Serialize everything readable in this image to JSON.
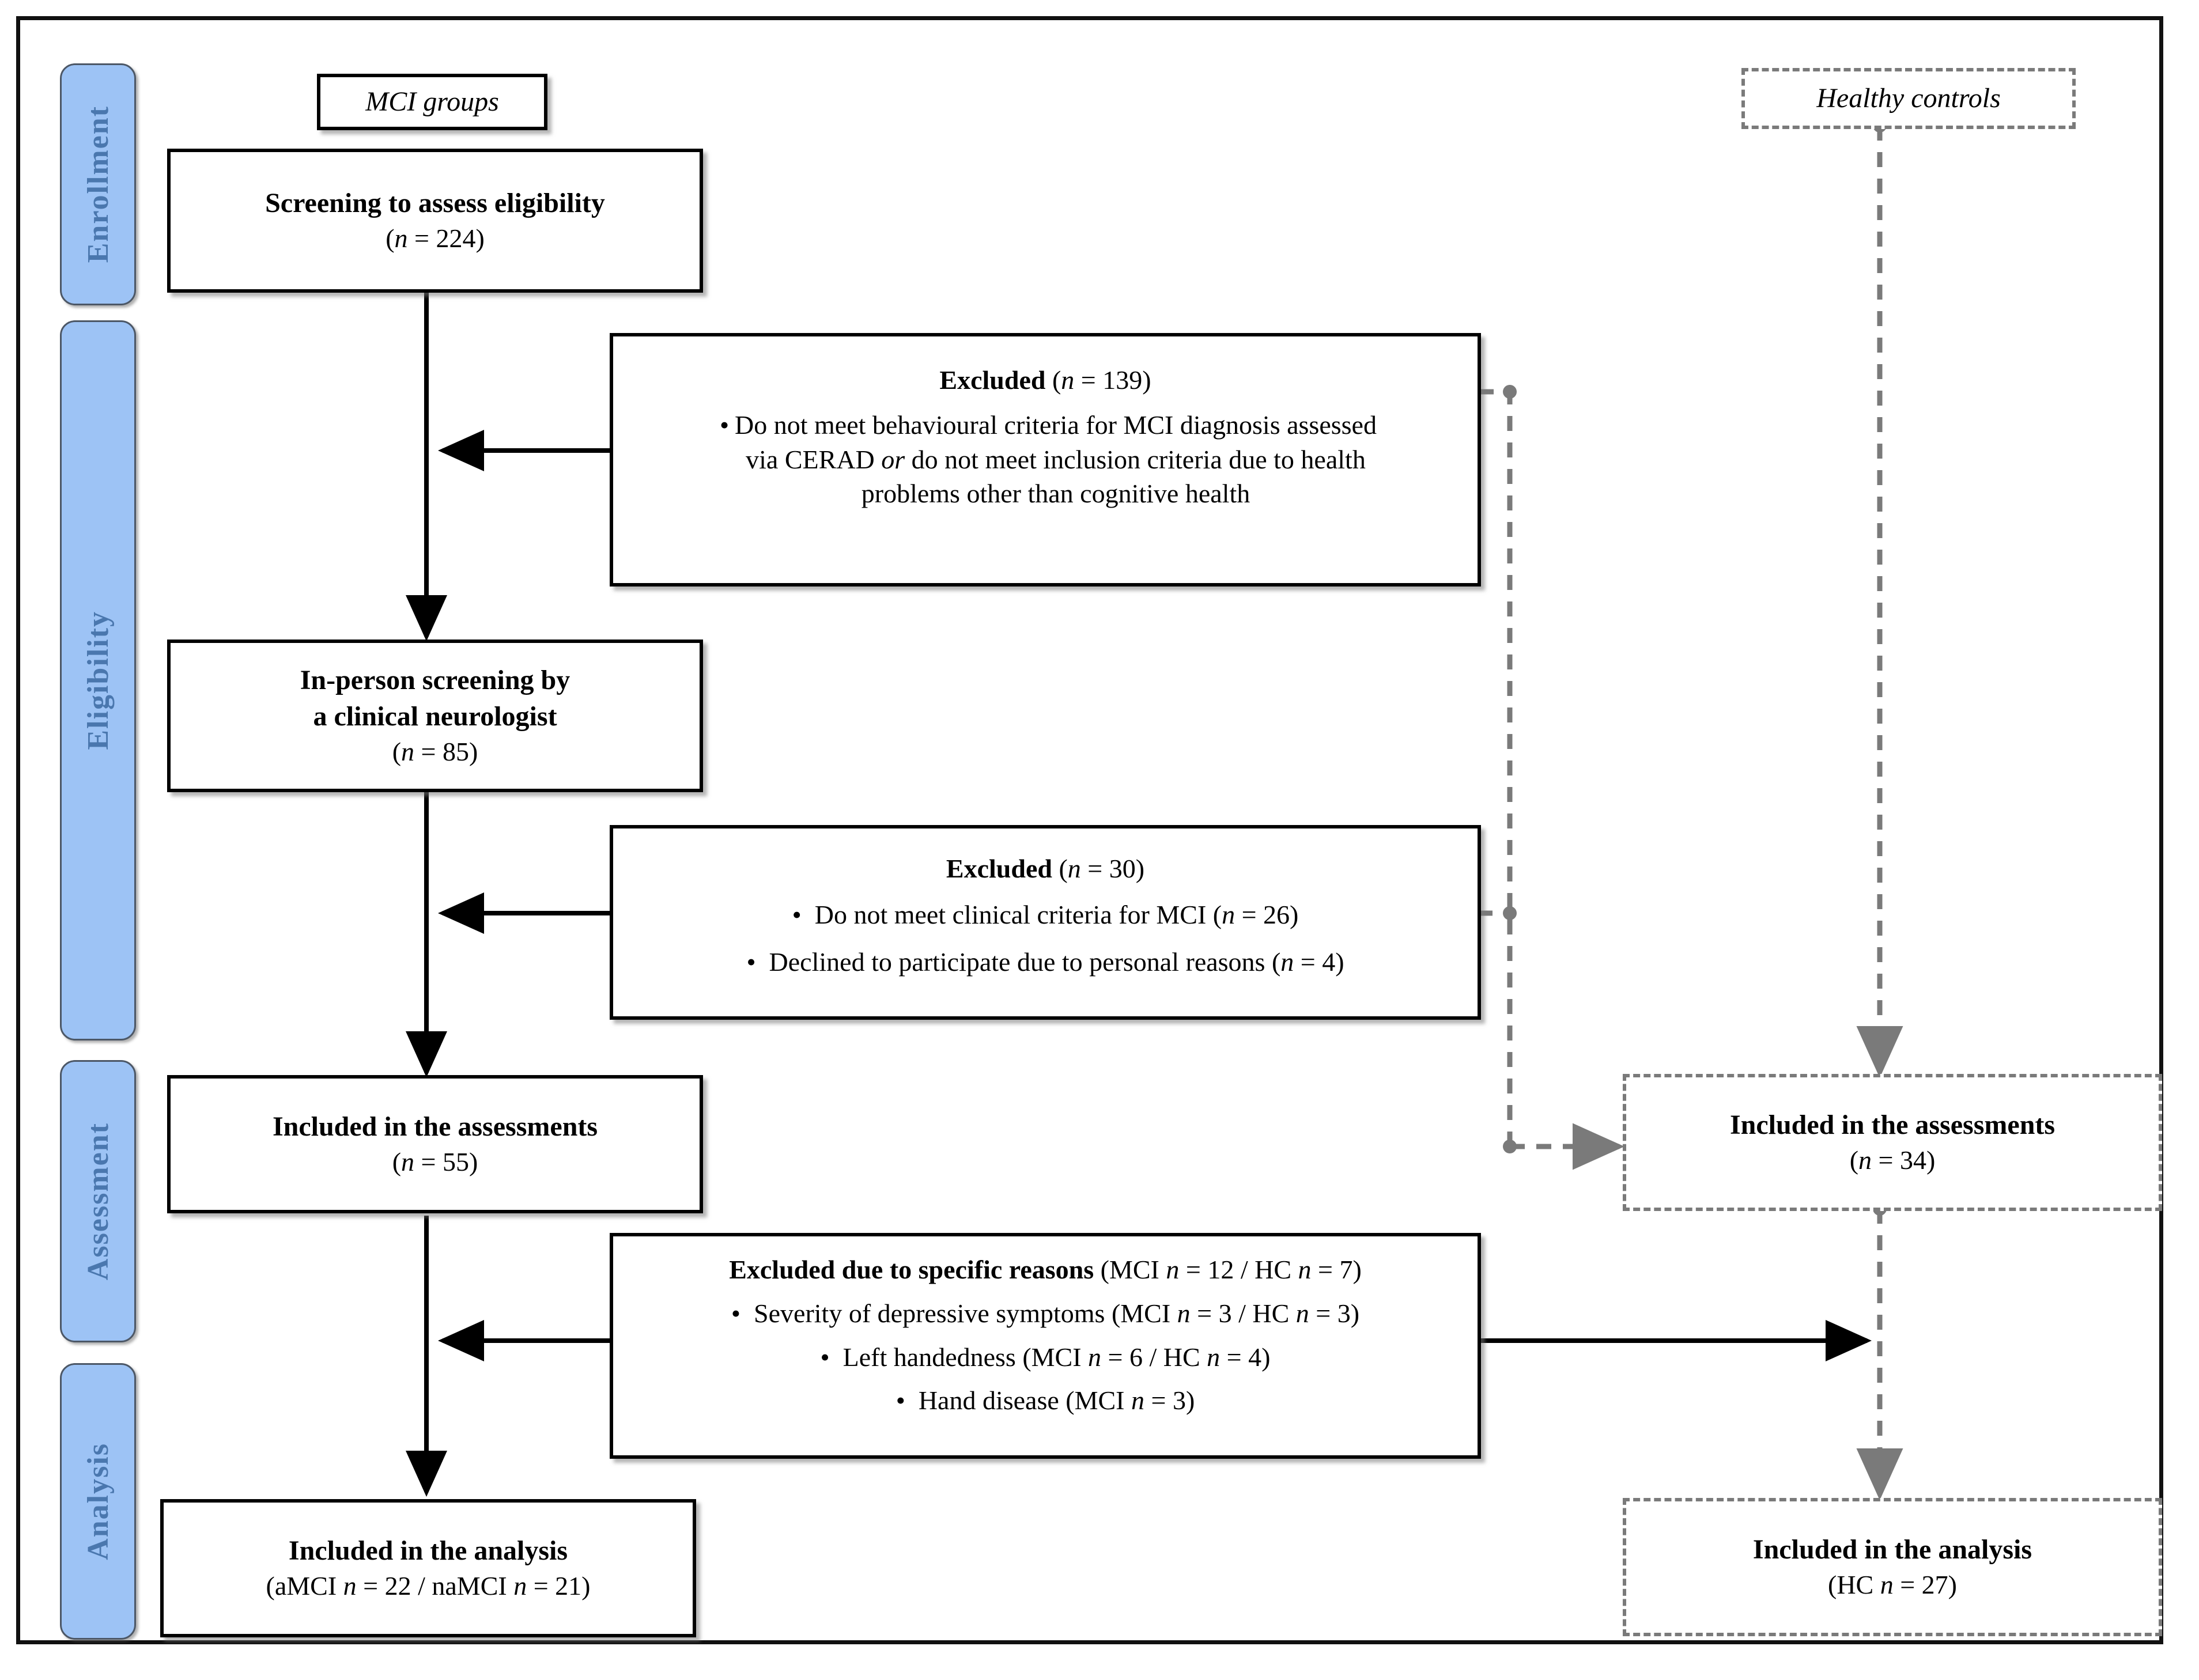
{
  "diagram": {
    "title_left": "MCI groups",
    "title_right": "Healthy controls",
    "stages": [
      {
        "id": "enrollment",
        "label": "Enrollment"
      },
      {
        "id": "eligibility",
        "label": "Eligibility"
      },
      {
        "id": "assessment",
        "label": "Assessment"
      },
      {
        "id": "analysis",
        "label": "Analysis"
      }
    ],
    "colors": {
      "stage_fill": "#9DC3F5",
      "stage_text": "#4A77AE",
      "stage_border": "#4C5766",
      "solid_box_border": "#000000",
      "dashed_box_border": "#7A7A7A",
      "dashed_connector": "#7A7A7A",
      "solid_connector": "#000000",
      "frame": "#111111",
      "background": "#FFFFFF"
    },
    "boxes": {
      "screening": {
        "line1": "Screening to assess eligibility",
        "line2_pre": "(",
        "line2_n": "n",
        "line2_post": " = 224)"
      },
      "excluded_139": {
        "heading_pre": "Excluded",
        "heading_paren_open": " (",
        "heading_n": "n",
        "heading_paren_close": " = 139)",
        "bullet1": "Do not meet behavioural criteria for MCI diagnosis assessed via CERAD or do not meet inclusion criteria due to health problems other than cognitive health",
        "bullet1_l1_a": "Do not meet behavioural criteria for MCI diagnosis assessed",
        "bullet1_l2_a": "via CERAD ",
        "bullet1_l2_it": "or",
        "bullet1_l2_b": " do not meet inclusion criteria due to health",
        "bullet1_l3": "problems other than cognitive health"
      },
      "inperson": {
        "line1": "In-person screening by",
        "line2": "a clinical neurologist",
        "line3_pre": "(",
        "line3_n": "n",
        "line3_post": " = 85)"
      },
      "excluded_30": {
        "heading_pre": "Excluded",
        "heading_paren_open": " (",
        "heading_n": "n",
        "heading_paren_close": " = 30)",
        "bullet1_a": "Do not meet clinical criteria for MCI (",
        "bullet1_n": "n",
        "bullet1_b": " = 26)",
        "bullet2_a": "Declined to participate due to personal reasons (",
        "bullet2_n": "n",
        "bullet2_b": " = 4)"
      },
      "assess_mci": {
        "line1": "Included in the assessments",
        "line2_pre": "(",
        "line2_n": "n",
        "line2_post": " = 55)"
      },
      "assess_hc": {
        "line1": "Included in the assessments",
        "line2_pre": "(",
        "line2_n": "n",
        "line2_post": " = 34)"
      },
      "excluded_specific": {
        "heading_bold": "Excluded due to specific reasons",
        "heading_a": " (MCI ",
        "heading_n1": "n",
        "heading_b": " = 12 / HC ",
        "heading_n2": "n",
        "heading_c": " = 7)",
        "bullet1_a": "Severity of depressive symptoms (MCI ",
        "bullet1_n1": "n",
        "bullet1_b": " = 3 / HC ",
        "bullet1_n2": "n",
        "bullet1_c": " = 3)",
        "bullet2_a": "Left handedness (MCI ",
        "bullet2_n1": "n",
        "bullet2_b": " = 6 / HC ",
        "bullet2_n2": "n",
        "bullet2_c": " = 4)",
        "bullet3_a": "Hand disease (MCI ",
        "bullet3_n1": "n",
        "bullet3_b": " = 3)"
      },
      "analysis_mci": {
        "line1": "Included in the analysis",
        "line2_a": "(aMCI ",
        "line2_n1": "n",
        "line2_b": " = 22 / naMCI ",
        "line2_n2": "n",
        "line2_c": " = 21)"
      },
      "analysis_hc": {
        "line1": "Included in the analysis",
        "line2_a": "(HC ",
        "line2_n1": "n",
        "line2_b": " = 27)"
      }
    }
  }
}
